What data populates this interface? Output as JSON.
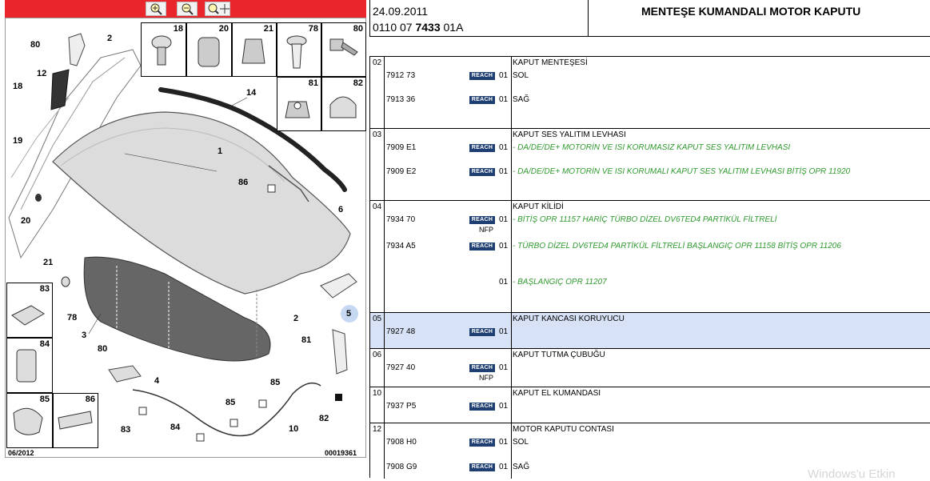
{
  "toolbar": {
    "zoom_in_label": "zoom in",
    "zoom_out_label": "zoom out",
    "zoom_fit_label": "zoom fit"
  },
  "diagram": {
    "thumbs": [
      "18",
      "20",
      "21",
      "78",
      "80",
      "81",
      "82",
      "83",
      "84",
      "85",
      "86"
    ],
    "callouts": {
      "c1": "1",
      "c2": "2",
      "c2b": "2",
      "c3": "3",
      "c4": "4",
      "c5": "5",
      "c6": "6",
      "c10": "10",
      "c12": "12",
      "c14": "14",
      "c18": "18",
      "c19": "19",
      "c20": "20",
      "c21": "21",
      "c78": "78",
      "c80": "80",
      "c80b": "80",
      "c81": "81",
      "c82": "82",
      "c83": "83",
      "c84": "84",
      "c85": "85",
      "c85b": "85",
      "c86": "86"
    },
    "date_code": "06/2012",
    "image_code": "00019361"
  },
  "header": {
    "date": "24.09.2011",
    "ref_prefix": "0110 07 ",
    "ref_bold": "7433",
    "ref_suffix": " 01A",
    "title": "MENTEŞE KUMANDALI MOTOR KAPUTU"
  },
  "groups": [
    {
      "no": "02",
      "title": "KAPUT MENTEŞESİ",
      "rows": [
        {
          "ref": "7912 73",
          "reach": "REACH",
          "qty": "01",
          "desc": "SOL",
          "green": false
        },
        {
          "ref": "7913 36",
          "reach": "REACH",
          "qty": "01",
          "desc": "SAĞ",
          "green": false
        }
      ]
    },
    {
      "no": "03",
      "title": "KAPUT SES YALITIM LEVHASI",
      "rows": [
        {
          "ref": "7909 E1",
          "reach": "REACH",
          "qty": "01",
          "desc": "- DA/DE/DE+ MOTORİN VE ISI KORUMASIZ KAPUT SES YALITIM LEVHASI",
          "green": true
        },
        {
          "ref": "7909 E2",
          "reach": "REACH",
          "qty": "01",
          "desc": "- DA/DE/DE+ MOTORİN VE ISI KORUMALI KAPUT SES YALITIM LEVHASI BİTİŞ OPR 11920",
          "green": true
        }
      ]
    },
    {
      "no": "04",
      "title": "KAPUT KİLİDİ",
      "rows": [
        {
          "ref": "7934 70",
          "reach": "REACH",
          "qty": "01",
          "nfp": "NFP",
          "desc": "- BİTİŞ OPR 11157 HARİÇ TÜRBO DİZEL DV6TED4 PARTİKÜL FİLTRELİ",
          "green": true
        },
        {
          "ref": "7934 A5",
          "reach": "REACH",
          "qty": "01",
          "desc": "- TÜRBO DİZEL DV6TED4 PARTİKÜL FİLTRELİ BAŞLANGIÇ OPR 11158 BİTİŞ OPR 11206",
          "green": true
        },
        {
          "ref": "",
          "reach": "",
          "qty": "01",
          "desc": "- BAŞLANGIÇ OPR 11207",
          "green": true
        }
      ]
    },
    {
      "no": "05",
      "title": "KAPUT KANCASI KORUYUCU",
      "rows": [
        {
          "ref": "7927 48",
          "reach": "REACH",
          "qty": "01",
          "desc": "",
          "green": false
        }
      ]
    },
    {
      "no": "06",
      "title": "KAPUT TUTMA ÇUBUĞU",
      "rows": [
        {
          "ref": "7927 40",
          "reach": "REACH",
          "qty": "01",
          "nfp": "NFP",
          "desc": "",
          "green": false
        }
      ]
    },
    {
      "no": "10",
      "title": "KAPUT EL KUMANDASI",
      "rows": [
        {
          "ref": "7937 P5",
          "reach": "REACH",
          "qty": "01",
          "desc": "",
          "green": false
        }
      ]
    },
    {
      "no": "12",
      "title": "MOTOR KAPUTU CONTASI",
      "rows": [
        {
          "ref": "7908 H0",
          "reach": "REACH",
          "qty": "01",
          "desc": "SOL",
          "green": false
        },
        {
          "ref": "7908 G9",
          "reach": "REACH",
          "qty": "01",
          "desc": "SAĞ",
          "green": false
        }
      ]
    }
  ],
  "watermark": "Windows'u Etkin",
  "colors": {
    "toolbar": "#e8262b",
    "reach_bg": "#1f3f73",
    "selected_row": "#d8e2f6",
    "green_text": "#2f9a2f"
  }
}
